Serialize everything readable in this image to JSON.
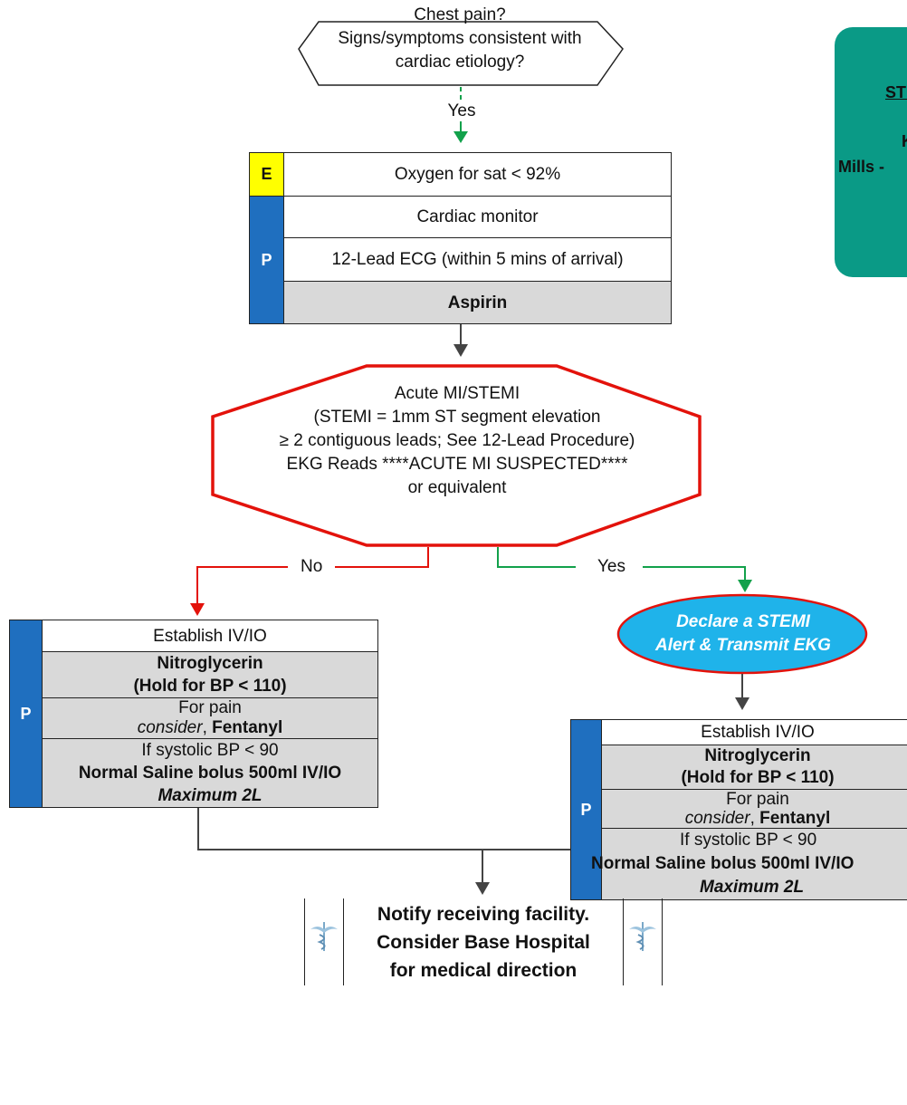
{
  "start": {
    "line1": "Chest pain?",
    "line2": "Signs/symptoms consistent with",
    "line3": "cardiac etiology?",
    "yes_label": "Yes"
  },
  "initial_box": {
    "e_tag": "E",
    "p_tag": "P",
    "oxygen": "Oxygen for sat < 92%",
    "monitor": "Cardiac monitor",
    "ecg": "12-Lead ECG (within 5 mins of arrival)",
    "aspirin": "Aspirin"
  },
  "stemi_decision": {
    "line1": "Acute MI/STEMI",
    "line2": "(STEMI = 1mm ST segment elevation",
    "line3": "≥ 2 contiguous leads; See 12-Lead Procedure)",
    "line4": "EKG Reads ****ACUTE MI SUSPECTED****",
    "line5": "or equivalent",
    "no_label": "No",
    "yes_label": "Yes"
  },
  "declare": {
    "line1": "Declare a STEMI",
    "line2": "Alert & Transmit EKG"
  },
  "left_box": {
    "p_tag": "P",
    "iv": "Establish IV/IO",
    "ntg": "Nitroglycerin",
    "ntg_hold": "(Hold for BP < 110)",
    "pain": "For pain",
    "consider": "consider",
    "sep": ", ",
    "fentanyl": "Fentanyl",
    "sbp": "If systolic BP < 90",
    "ns": "Normal Saline bolus 500ml IV/IO",
    "max": "Maximum 2L"
  },
  "right_box": {
    "p_tag": "P",
    "iv": "Establish IV/IO",
    "ntg": "Nitroglycerin",
    "ntg_hold": "(Hold for BP < 110)",
    "pain": "For pain",
    "consider": "consider",
    "sep": ", ",
    "fentanyl": "Fentanyl",
    "sbp": "If systolic BP < 90",
    "ns": "Normal Saline bolus 500ml IV/IO",
    "max": "Maximum 2L"
  },
  "notify": {
    "line1": "Notify receiving facility.",
    "line2": "Consider Base Hospital",
    "line3": "for medical direction"
  },
  "side_panel": {
    "line1": "STE",
    "line2": "K",
    "line3": "Mills -"
  },
  "colors": {
    "teal": "#0a9a86",
    "red": "#e3120b",
    "green": "#12a14b",
    "blue_tag": "#1f6fbf",
    "declare_fill": "#1fb3ea",
    "gray_cell": "#d9d9d9"
  }
}
